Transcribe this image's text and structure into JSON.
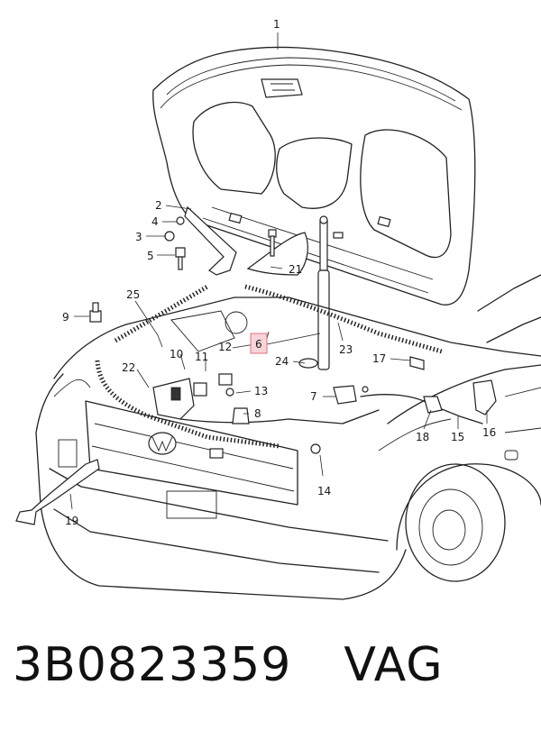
{
  "diagram": {
    "callouts": [
      "1",
      "2",
      "3",
      "4",
      "5",
      "6",
      "7",
      "8",
      "9",
      "10",
      "11",
      "12",
      "13",
      "14",
      "15",
      "16",
      "17",
      "18",
      "19",
      "21",
      "22",
      "23",
      "24",
      "25"
    ],
    "highlight_color": "#e07080",
    "highlighted_callout": "6"
  },
  "caption": {
    "part_number": "3B0823359",
    "brand": "VAG"
  }
}
